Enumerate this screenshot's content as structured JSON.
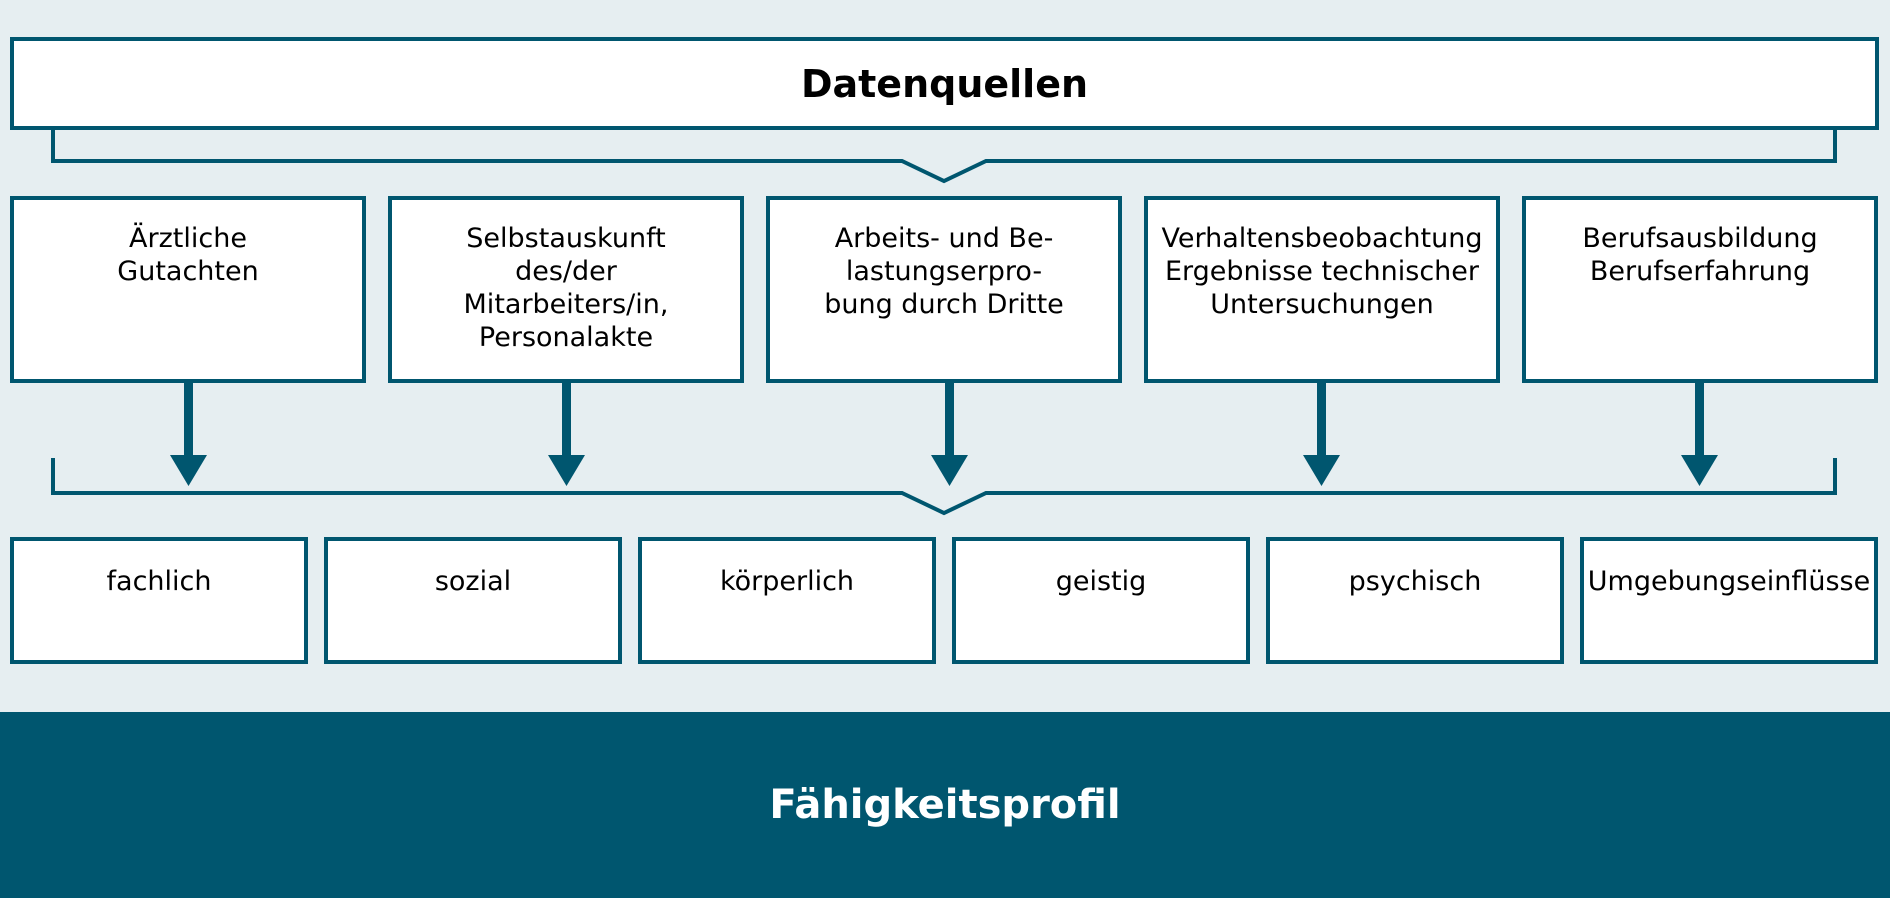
{
  "header": {
    "title": "Datenquellen"
  },
  "sources": [
    {
      "label": "Ärztliche\nGutachten"
    },
    {
      "label": "Selbstauskunft\ndes/der\nMitarbeiters/in,\nPersonalakte"
    },
    {
      "label": "Arbeits- und Be-\nlastungserpro-\nbung durch Dritte"
    },
    {
      "label": "Verhaltensbeobachtung\nErgebnisse technischer\nUntersuchungen"
    },
    {
      "label": "Berufsausbildung\nBerufserfahrung"
    }
  ],
  "dimensions": [
    {
      "label": "fachlich"
    },
    {
      "label": "sozial"
    },
    {
      "label": "körperlich"
    },
    {
      "label": "geistig"
    },
    {
      "label": "psychisch"
    },
    {
      "label": "Umgebungseinflüsse"
    }
  ],
  "footer": {
    "title": "Fähigkeitsprofil"
  },
  "colors": {
    "accent": "#00566f",
    "background": "#e6eef1",
    "box": "#ffffff"
  }
}
